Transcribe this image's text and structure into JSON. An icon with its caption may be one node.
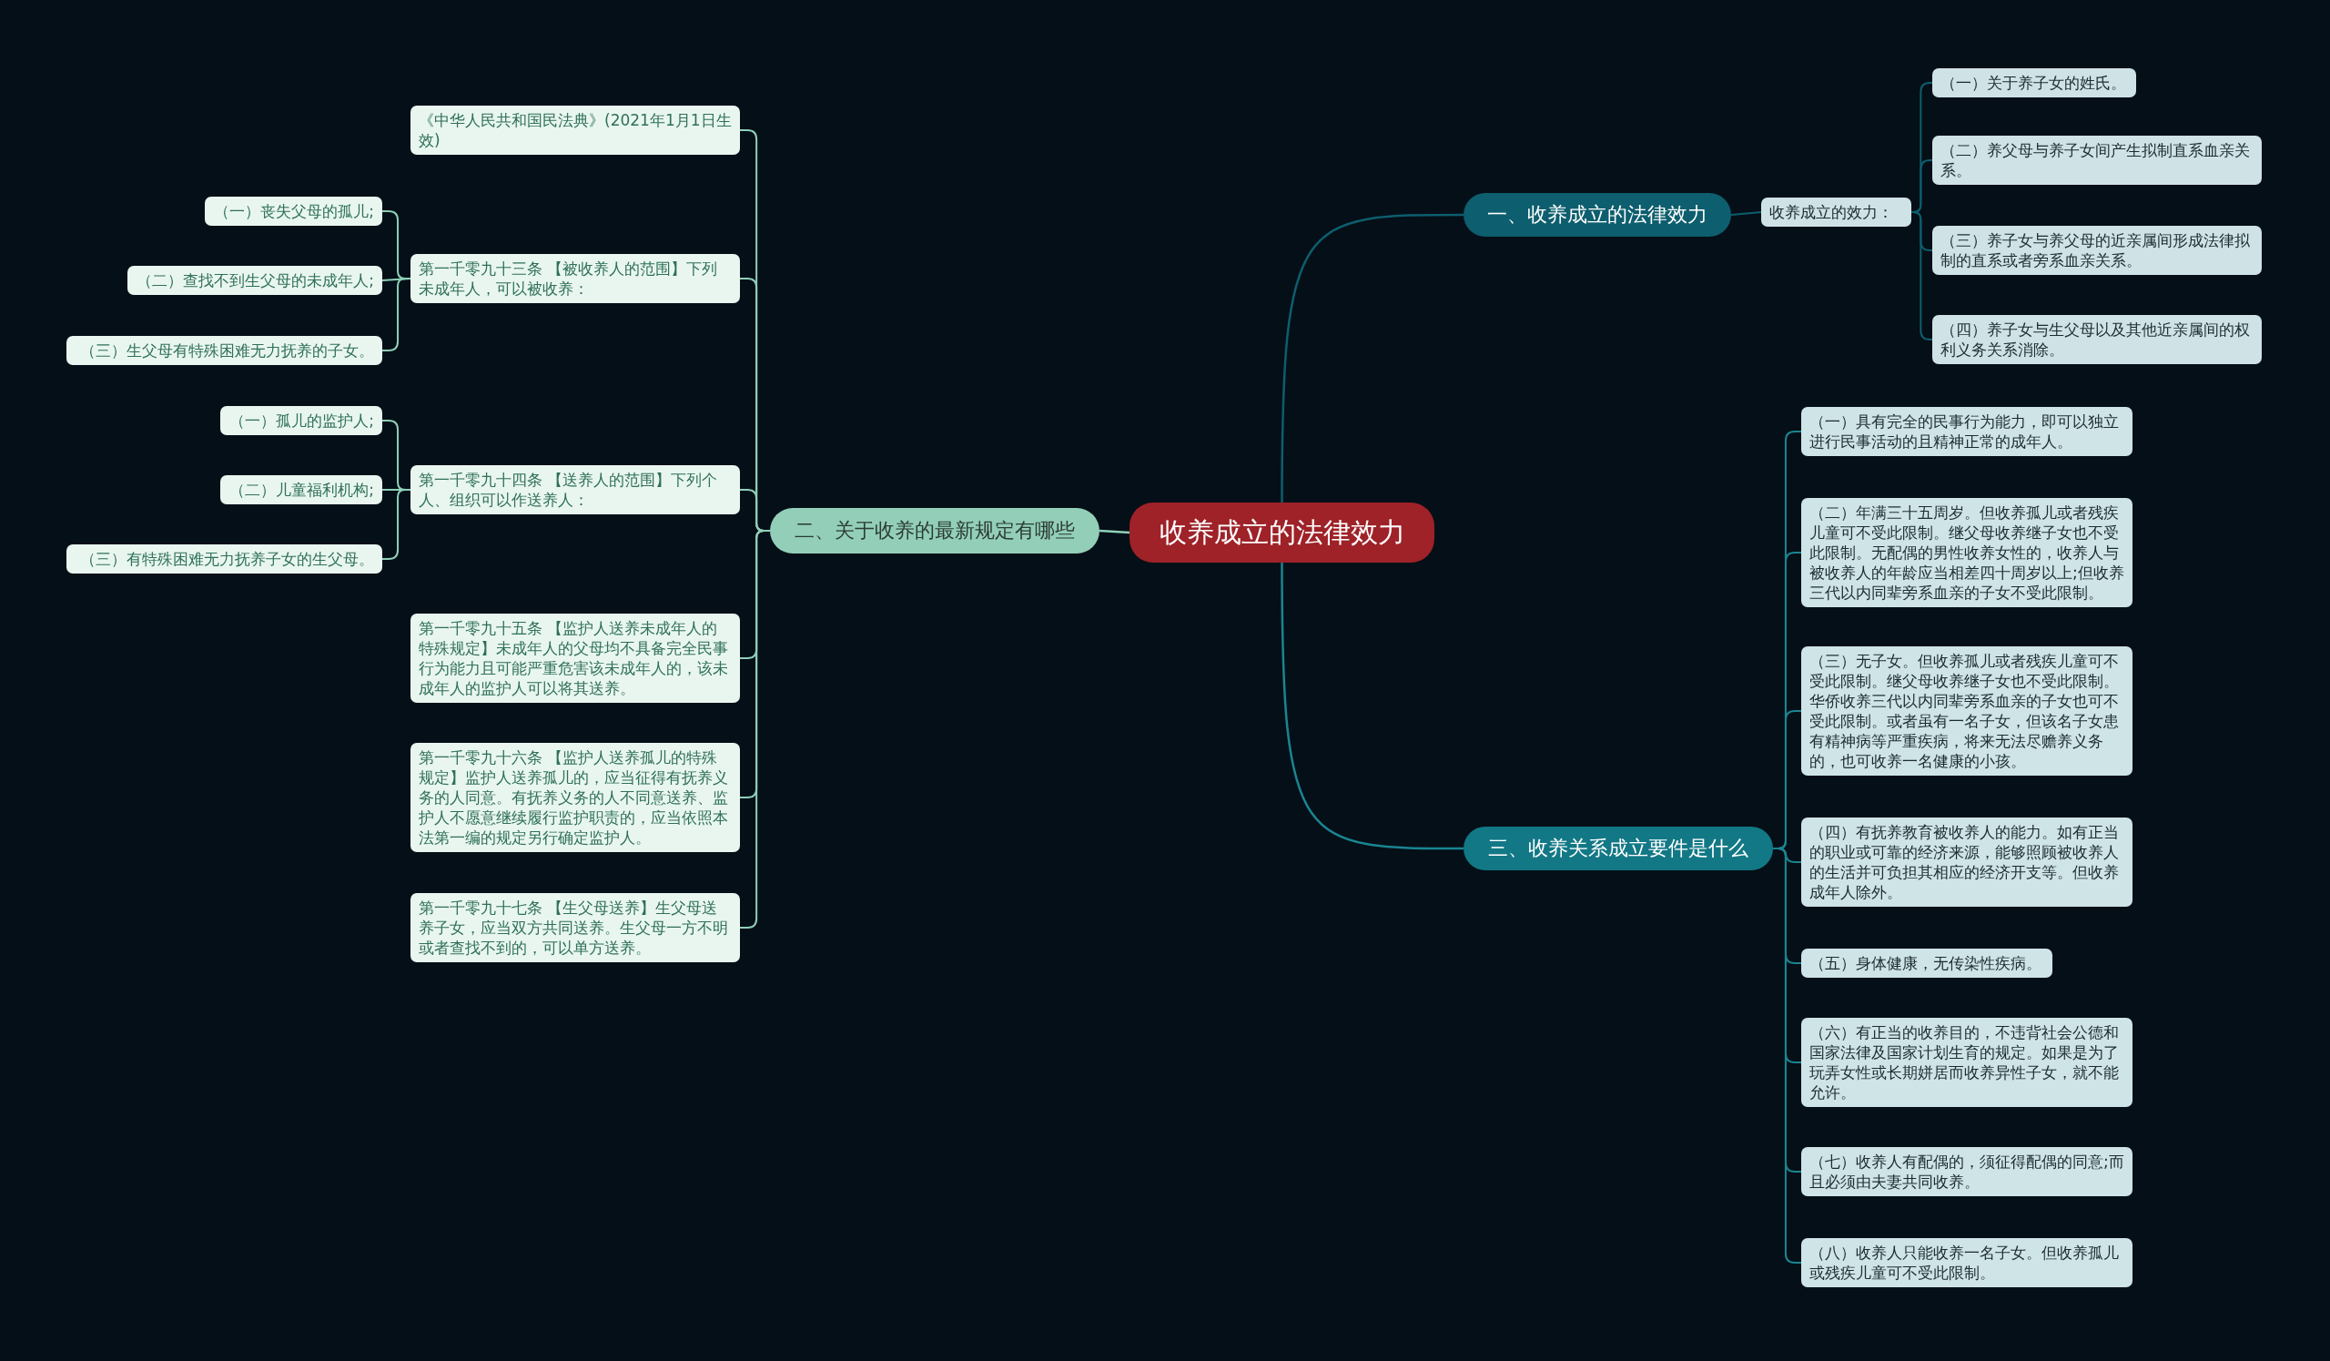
{
  "diagram": {
    "nodes": [
      {
        "text": [
          "收养成立的法律效力"
        ]
      },
      {
        "text": [
          "一、收养成立的法律效力"
        ]
      },
      {
        "text": [
          "收养成立的效力："
        ]
      },
      {
        "text": [
          "（一）关于养子女的姓氏。"
        ]
      },
      {
        "text": [
          "（二）养父母与养子女间产生拟制直系血亲关系。"
        ]
      },
      {
        "text": [
          "（三）养子女与养父母的近亲属间形成法律拟制的直系或者旁系血亲关系。"
        ]
      },
      {
        "text": [
          "（四）养子女与生父母以及其他近亲属间的权利义务关系消除。"
        ]
      },
      {
        "text": [
          "二、关于收养的最新规定有哪些"
        ]
      },
      {
        "text": [
          "《中华人民共和国民法典》(2021年1月1日生效)"
        ]
      },
      {
        "text": [
          "第一千零九十三条 【被收养人的范围】下列未成年人，可以被收养："
        ]
      },
      {
        "text": [
          "（一）丧失父母的孤儿;"
        ]
      },
      {
        "text": [
          "（二）查找不到生父母的未成年人;"
        ]
      },
      {
        "text": [
          "（三）生父母有特殊困难无力抚养的子女。"
        ]
      },
      {
        "text": [
          "第一千零九十四条 【送养人的范围】下列个人、组织可以作送养人："
        ]
      },
      {
        "text": [
          "（一）孤儿的监护人;"
        ]
      },
      {
        "text": [
          "（二）儿童福利机构;"
        ]
      },
      {
        "text": [
          "（三）有特殊困难无力抚养子女的生父母。"
        ]
      },
      {
        "text": [
          "第一千零九十五条 【监护人送养未成年人的特殊规定】未成年人的父母均不具备完全民事行为能力且可能严重危害该未成年人的，该未成年人的监护人可以将其送养。"
        ]
      },
      {
        "text": [
          "第一千零九十六条 【监护人送养孤儿的特殊规定】监护人送养孤儿的，应当征得有抚养义务的人同意。有抚养义务的人不同意送养、监护人不愿意继续履行监护职责的，应当依照本法第一编的规定另行确定监护人。"
        ]
      },
      {
        "text": [
          "第一千零九十七条 【生父母送养】生父母送养子女，应当双方共同送养。生父母一方不明或者查找不到的，可以单方送养。"
        ]
      },
      {
        "text": [
          "三、收养关系成立要件是什么"
        ]
      },
      {
        "text": [
          "（一）具有完全的民事行为能力，即可以独立进行民事活动的且精神正常的成年人。"
        ]
      },
      {
        "text": [
          "（二）年满三十五周岁。但收养孤儿或者残疾儿童可不受此限制。继父母收养继子女也不受此限制。无配偶的男性收养女性的，收养人与被收养人的年龄应当相差四十周岁以上;但收养三代以内同辈旁系血亲的子女不受此限制。"
        ]
      },
      {
        "text": [
          "（三）无子女。但收养孤儿或者残疾儿童可不受此限制。继父母收养继子女也不受此限制。华侨收养三代以内同辈旁系血亲的子女也可不受此限制。或者虽有一名子女，但该名子女患有精神病等严重疾病，将来无法尽赡养义务的，也可收养一名健康的小孩。"
        ]
      },
      {
        "text": [
          "（四）有抚养教育被收养人的能力。如有正当的职业或可靠的经济来源，能够照顾被收养人的生活并可负担其相应的经济开支等。但收养成年人除外。"
        ]
      },
      {
        "text": [
          "（五）身体健康，无传染性疾病。"
        ]
      },
      {
        "text": [
          "（六）有正当的收养目的，不违背社会公德和国家法律及国家计划生育的规定。如果是为了玩弄女性或长期姘居而收养异性子女，就不能允许。"
        ]
      },
      {
        "text": [
          "（七）收养人有配偶的，须征得配偶的同意;而且必须由夫妻共同收养。"
        ]
      },
      {
        "text": [
          "（八）收养人只能收养一名子女。但收养孤儿或残疾儿童可不受此限制。"
        ]
      }
    ],
    "edges": [
      {
        "from": 0,
        "to": 1,
        "arrow": "none",
        "color": "#0d5e6e"
      },
      {
        "from": 1,
        "to": 2,
        "arrow": "none",
        "color": "#0d5e6e"
      },
      {
        "from": 2,
        "to": 3,
        "arrow": "none",
        "color": "#0d5e6e"
      },
      {
        "from": 2,
        "to": 4,
        "arrow": "none",
        "color": "#0d5e6e"
      },
      {
        "from": 2,
        "to": 5,
        "arrow": "none",
        "color": "#0d5e6e"
      },
      {
        "from": 2,
        "to": 6,
        "arrow": "none",
        "color": "#0d5e6e"
      },
      {
        "from": 0,
        "to": 7,
        "arrow": "none"
      },
      {
        "from": 7,
        "to": 8,
        "arrow": "none"
      },
      {
        "from": 7,
        "to": 9,
        "arrow": "none"
      },
      {
        "from": 9,
        "to": 10,
        "arrow": "none"
      },
      {
        "from": 9,
        "to": 11,
        "arrow": "none"
      },
      {
        "from": 9,
        "to": 12,
        "arrow": "none"
      },
      {
        "from": 7,
        "to": 13,
        "arrow": "none"
      },
      {
        "from": 13,
        "to": 14,
        "arrow": "none"
      },
      {
        "from": 13,
        "to": 15,
        "arrow": "none"
      },
      {
        "from": 13,
        "to": 16,
        "arrow": "none"
      },
      {
        "from": 7,
        "to": 17,
        "arrow": "none"
      },
      {
        "from": 7,
        "to": 18,
        "arrow": "none"
      },
      {
        "from": 7,
        "to": 19,
        "arrow": "none"
      },
      {
        "from": 0,
        "to": 20,
        "arrow": "none",
        "color": "#1a8591"
      },
      {
        "from": 20,
        "to": 21,
        "arrow": "none",
        "color": "#1a8591"
      },
      {
        "from": 20,
        "to": 22,
        "arrow": "none",
        "color": "#1a8591"
      },
      {
        "from": 20,
        "to": 23,
        "arrow": "none",
        "color": "#1a8591"
      },
      {
        "from": 20,
        "to": 24,
        "arrow": "none",
        "color": "#1a8591"
      },
      {
        "from": 20,
        "to": 25,
        "arrow": "none",
        "color": "#1a8591"
      },
      {
        "from": 20,
        "to": 26,
        "arrow": "none",
        "color": "#1a8591"
      },
      {
        "from": 20,
        "to": 27,
        "arrow": "none",
        "color": "#1a8591"
      },
      {
        "from": 20,
        "to": 28,
        "arrow": "none",
        "color": "#1a8591"
      }
    ]
  }
}
